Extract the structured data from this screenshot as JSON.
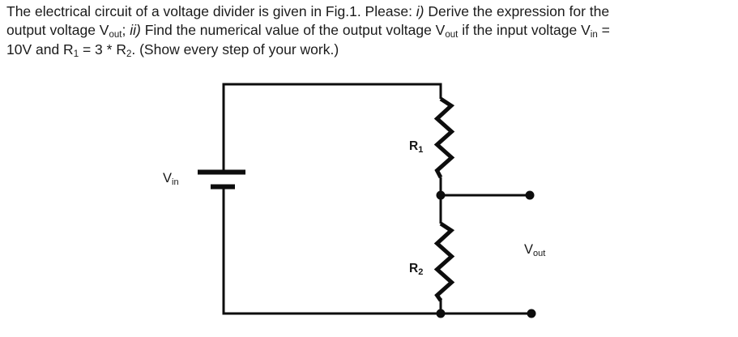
{
  "problem": {
    "line1": {
      "t1": "The electrical circuit of a voltage divider is given in Fig.1. Please: ",
      "marker": "i)",
      "t2": " Derive the expression for the"
    },
    "line2": {
      "t1": "output voltage V",
      "sub1": "out",
      "t2": "; ",
      "marker": "ii)",
      "t3": " Find the numerical value of the output voltage V",
      "sub2": "out",
      "t4": " if the input voltage V",
      "sub3": "in",
      "t5": " ="
    },
    "line3": {
      "t1": "10V and R",
      "sub1": "1",
      "t2": " = 3 * R",
      "sub2": "2",
      "t3": ". (Show every step of your work.)"
    }
  },
  "figure": {
    "labels": {
      "vin": {
        "main": "V",
        "sub": "in"
      },
      "r1": {
        "main": "R",
        "sub": "1"
      },
      "r2": {
        "main": "R",
        "sub": "2"
      },
      "vout": {
        "main": "V",
        "sub": "out"
      }
    },
    "colors": {
      "ink": "#0d0d0d",
      "background": "#ffffff"
    }
  }
}
